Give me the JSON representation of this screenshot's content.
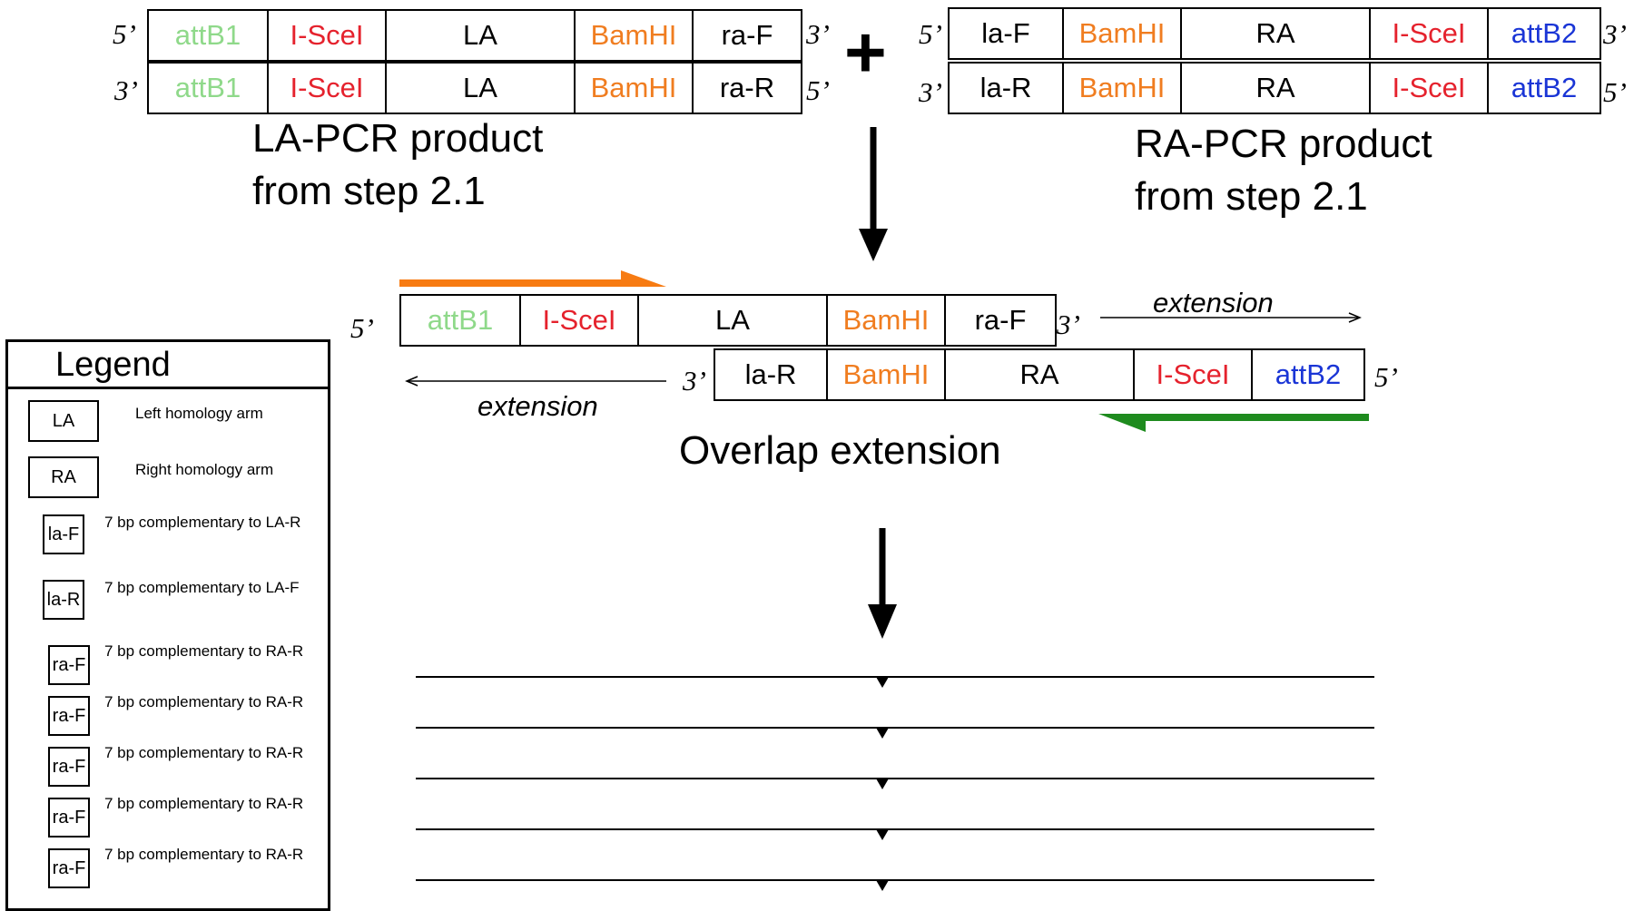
{
  "colors": {
    "attB1": "#8fd98a",
    "iscei": "#e5222d",
    "bamhi": "#f07d20",
    "attB2": "#1a35d6",
    "orange_primer": "#f77b12",
    "green_primer": "#1e8b1e"
  },
  "la_pcr": {
    "top": {
      "end_left": "5’",
      "end_right": "3’",
      "segments": [
        "attB1",
        "I-SceI",
        "LA",
        "BamHI",
        "ra-F"
      ]
    },
    "bottom": {
      "end_left": "3’",
      "end_right": "5’",
      "segments": [
        "attB1",
        "I-SceI",
        "LA",
        "BamHI",
        "ra-R"
      ]
    },
    "caption_line1": "LA-PCR product",
    "caption_line2": "from step 2.1"
  },
  "plus": "+",
  "ra_pcr": {
    "top": {
      "end_left": "5’",
      "end_right": "3’",
      "segments": [
        "la-F",
        "BamHI",
        "RA",
        "I-SceI",
        "attB2"
      ]
    },
    "bottom": {
      "end_left": "3’",
      "end_right": "5’",
      "segments": [
        "la-R",
        "BamHI",
        "RA",
        "I-SceI",
        "attB2"
      ]
    },
    "caption_line1": "RA-PCR product",
    "caption_line2": "from step 2.1"
  },
  "overlap": {
    "top": {
      "end_left": "5’",
      "end_right": "3’",
      "segments": [
        "attB1",
        "I-SceI",
        "LA",
        "BamHI",
        "ra-F"
      ]
    },
    "bottom": {
      "end_left": "3’",
      "end_right": "5’",
      "segments": [
        "la-R",
        "BamHI",
        "RA",
        "I-SceI",
        "attB2"
      ]
    },
    "extension_right": "extension",
    "extension_left": "extension",
    "caption": "Overlap extension"
  },
  "legend": {
    "title": "Legend",
    "items": [
      {
        "box": "LA",
        "text": "Left homology arm"
      },
      {
        "box": "RA",
        "text": "Right homology arm"
      },
      {
        "box": "la-F",
        "text": "7 bp complementary to LA-R"
      },
      {
        "box": "la-R",
        "text": "7 bp complementary to LA-F"
      },
      {
        "box": "ra-F",
        "text": "7 bp complementary to RA-R"
      },
      {
        "box": "ra-F",
        "text": "7 bp complementary to RA-R"
      },
      {
        "box": "ra-F",
        "text": "7 bp complementary to RA-R"
      },
      {
        "box": "ra-F",
        "text": "7 bp complementary to RA-R"
      },
      {
        "box": "ra-F",
        "text": "7 bp complementary to RA-R"
      }
    ]
  }
}
